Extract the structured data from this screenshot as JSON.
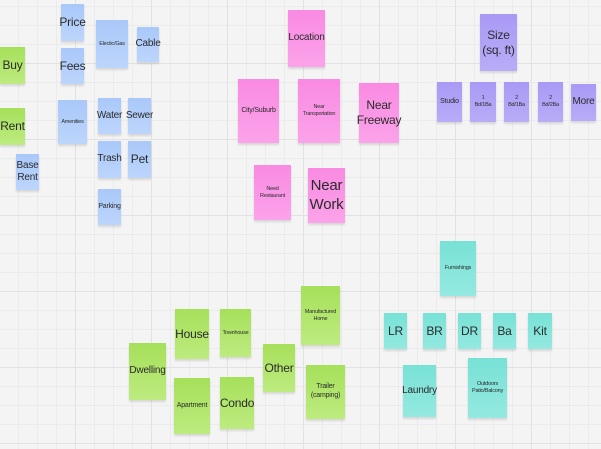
{
  "board": {
    "colors": {
      "green": "#b2e66c",
      "blue": "#b3cffb",
      "pink": "#fa97e6",
      "purple": "#b1a3f6",
      "teal": "#86e5db",
      "background": "#f4f4f4",
      "grid": "#e2e2e2"
    },
    "groups": {
      "cost": {
        "buy": "Buy",
        "rent": "Rent",
        "base_rent": "Base\nRent",
        "price": "Price",
        "fees": "Fees",
        "electric_gas": "Electic/Gas",
        "cable": "Cable",
        "amenities": "Amenities",
        "water": "Water",
        "sewer": "Sewer",
        "trash": "Trash",
        "pet": "Pet",
        "parking": "Parking"
      },
      "location": {
        "location": "Location",
        "city_suburb": "City/Suburb",
        "near_transportation": "Near\nTransportation",
        "near_freeway": "Near\nFreeway",
        "need_restaurant": "Need\nRestaurant",
        "near_work": "Near\nWork"
      },
      "size": {
        "size": "Size\n(sq. ft)",
        "studio": "Studio",
        "bd1_ba1": "1\nBd/1Ba",
        "bd2_ba1": "2\nBd/1Ba",
        "bd2_ba2": "2\nBd/2Ba",
        "more": "More"
      },
      "furnishings": {
        "furnishings": "Furnishings",
        "lr": "LR",
        "br": "BR",
        "dr": "DR",
        "ba": "Ba",
        "kit": "Kit",
        "laundry": "Laundry",
        "outdoors": "Outdoors\nPatio/Balcony"
      },
      "dwelling": {
        "dwelling": "Dwelling",
        "house": "House",
        "townhouse": "Townhouse",
        "apartment": "Apartment",
        "condo": "Condo",
        "other": "Other",
        "manufactured_home": "Manufactured\nHome",
        "trailer": "Trailer\n(camping)"
      }
    }
  }
}
